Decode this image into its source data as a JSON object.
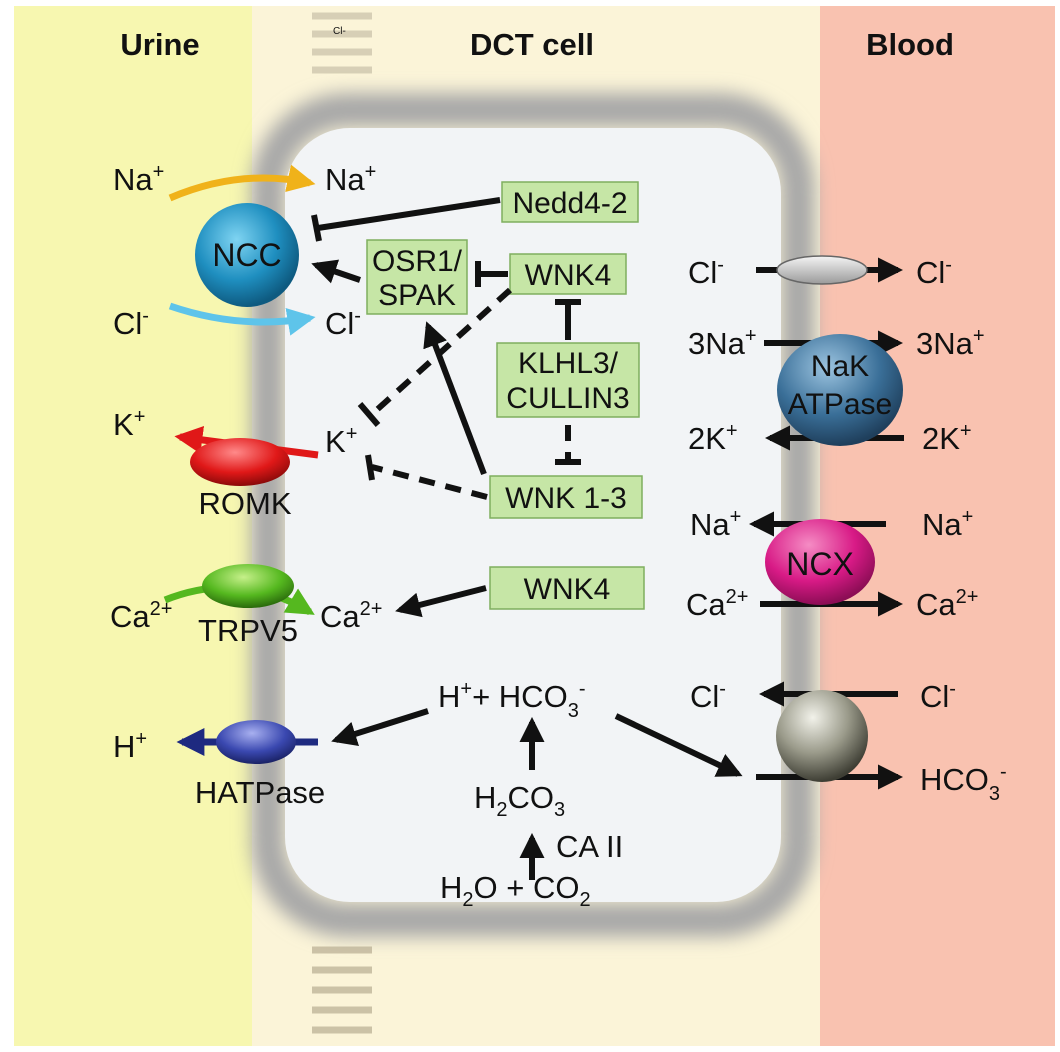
{
  "headers": {
    "urine": "Urine",
    "cell": "DCT cell",
    "blood": "Blood",
    "top_note": "Cl-"
  },
  "colors": {
    "urine_bg": "#f7f7b0",
    "cell_bg": "#fbf4d8",
    "blood_bg": "#f9c2b0",
    "ncc": "#1f8fc0",
    "romk": "#e01818",
    "trpv5": "#55b81f",
    "hatpase": "#3a48b0",
    "nak_atpase": "#3a6f98",
    "ncx": "#d81a86",
    "exchanger": "#8a8a7a",
    "box_fill": "#c6e6a6",
    "na_arrow": "#f0b21a",
    "cl_arrow": "#5ec4ea"
  },
  "apical": {
    "ncc": {
      "name": "NCC",
      "na_out": "Na",
      "na_in": "Na",
      "cl_out": "Cl",
      "cl_in": "Cl"
    },
    "romk": {
      "name": "ROMK",
      "k_out": "K",
      "k_in": "K"
    },
    "trpv5": {
      "name": "TRPV5",
      "ca_out": "Ca",
      "ca_in": "Ca"
    },
    "hatpase": {
      "name": "HATPase",
      "h_out": "H"
    }
  },
  "regulators": {
    "nedd4": "Nedd4-2",
    "osr1_line1": "OSR1/",
    "osr1_line2": "SPAK",
    "wnk4_top": "WNK4",
    "klhl3_line1": "KLHL3/",
    "klhl3_line2": "CULLIN3",
    "wnk13": "WNK 1-3",
    "wnk4_ca": "WNK4"
  },
  "chemistry": {
    "products_h": "H",
    "products_plus": "+ HCO",
    "carbonic": "H",
    "carbonic_rest": "CO",
    "enzyme": "CA II",
    "water": "H",
    "water_rest": "O + CO"
  },
  "basolateral": {
    "cl_channel": {
      "left": "Cl",
      "right": "Cl"
    },
    "nak_atpase": {
      "line1": "NaK",
      "line2": "ATPase",
      "na_left": "3Na",
      "na_right": "3Na",
      "k_left": "2K",
      "k_right": "2K"
    },
    "ncx": {
      "name": "NCX",
      "na_left": "Na",
      "na_right": "Na",
      "ca_left": "Ca",
      "ca_right": "Ca"
    },
    "ae": {
      "cl_left": "Cl",
      "cl_right": "Cl",
      "hco3": "HCO"
    }
  }
}
